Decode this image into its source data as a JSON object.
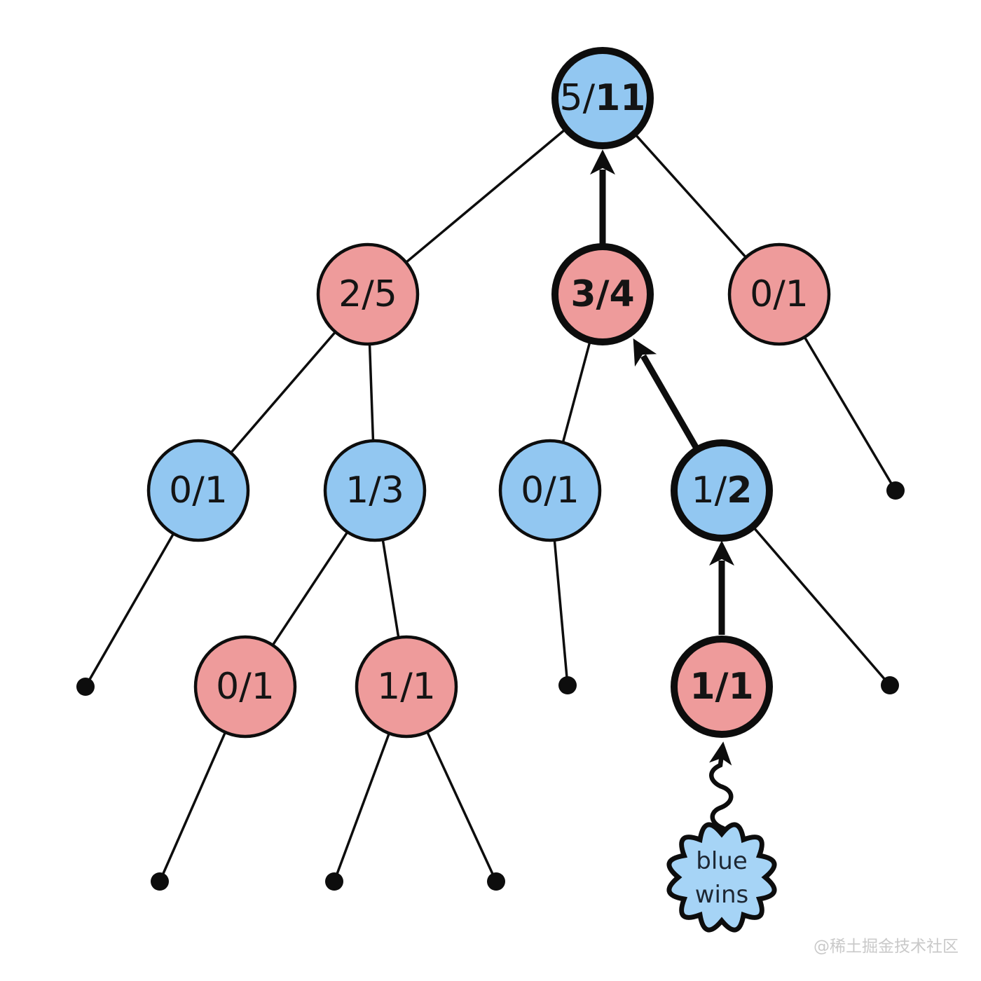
{
  "colors": {
    "blue_node": "#92c7f1",
    "red_node": "#ee9b9b",
    "badge_fill": "#a6d4f6",
    "badge_text": "#1d2733",
    "watermark": "#c9c9c9"
  },
  "nodes": {
    "root": {
      "plain": "5/",
      "bold": "11"
    },
    "l2_left": {
      "plain": "2/5",
      "bold": ""
    },
    "l2_mid": {
      "plain": "",
      "bold": "3/4"
    },
    "l2_right": {
      "plain": "0/1",
      "bold": ""
    },
    "l3_far_left": {
      "plain": "0/1",
      "bold": ""
    },
    "l3_left": {
      "plain": "1/3",
      "bold": ""
    },
    "l3_mid": {
      "plain": "0/1",
      "bold": ""
    },
    "l3_right": {
      "plain": "1/",
      "bold": "2"
    },
    "l4_left": {
      "plain": "0/1",
      "bold": ""
    },
    "l4_mid": {
      "plain": "1/1",
      "bold": ""
    },
    "l4_right": {
      "plain": "",
      "bold": "1/1"
    }
  },
  "badge": {
    "line1": "blue",
    "line2": "wins"
  },
  "watermark_text": "@稀土掘金技术社区"
}
